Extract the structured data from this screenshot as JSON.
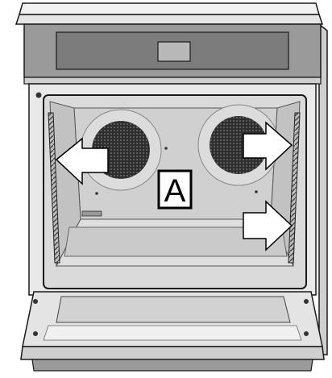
{
  "figure": {
    "callout_label": "A",
    "colors": {
      "background": "#ffffff",
      "cabinet": "#d9d9d9",
      "control_panel": "#8a8a8a",
      "display": "#b5b5b5",
      "cavity_frame": "#ededed",
      "cavity_back": "#d3d3d3",
      "cavity_side": "#c4c4c4",
      "fan": "#3c3c3c",
      "door": "#e2e2e2",
      "arrow_fill": "#ffffff",
      "outline": "#1a1a1a"
    },
    "arrows": [
      {
        "name": "left-fan-arrow",
        "direction": "left"
      },
      {
        "name": "right-fan-upper-arrow",
        "direction": "right"
      },
      {
        "name": "right-rack-lower-arrow",
        "direction": "right"
      }
    ]
  }
}
